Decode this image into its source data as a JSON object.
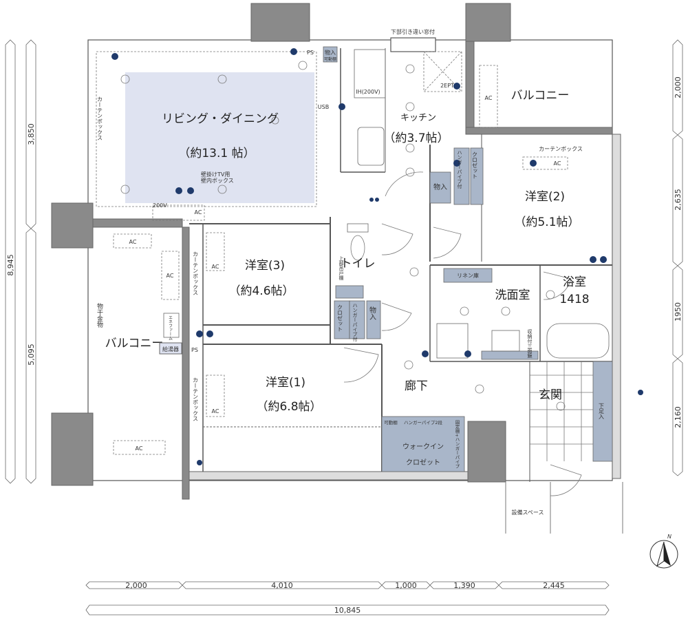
{
  "colors": {
    "living_fill": "#dfe3f1",
    "storage_fill": "#a9b6c9",
    "pillar": "#8a8a8a",
    "wall": "#555555"
  },
  "rooms": {
    "living": {
      "name": "リビング・ダイニング",
      "size": "（約13.1 帖）"
    },
    "kitchen": {
      "name": "キッチン",
      "size": "（約3.7帖）"
    },
    "balcony_top": {
      "name": "バルコニー"
    },
    "bedroom2": {
      "name": "洋室(2)",
      "size": "（約5.1帖）"
    },
    "bedroom3": {
      "name": "洋室(3)",
      "size": "（約4.6帖）"
    },
    "toilet": {
      "name": "トイレ"
    },
    "washroom": {
      "name": "洗面室"
    },
    "bathroom": {
      "name": "浴室",
      "size": "1418"
    },
    "bedroom1": {
      "name": "洋室(1)",
      "size": "（約6.8帖）"
    },
    "hallway": {
      "name": "廊下"
    },
    "entrance": {
      "name": "玄関"
    },
    "balcony_left": {
      "name": "バルコニー"
    },
    "wic": {
      "line1": "ウォークイン",
      "line2": "クロゼット"
    }
  },
  "labels": {
    "window": "下部引き違い窓付",
    "ps_top": "PS",
    "storage_top": "物入",
    "movable_shelf": "可動棚",
    "ih": "IH(200V)",
    "usb": "USB",
    "ept": "2EPT",
    "curtain_box": "カーテンボックス",
    "tv_box1": "壁掛けTV用",
    "tv_box2": "壁内ボックス",
    "v200": "200V",
    "ac": "AC",
    "storage": "物入",
    "hanger_pipe": "ハンガーパイプ付",
    "closet": "クロゼット",
    "upper_cabinet": "上部吊戸棚",
    "linen": "リネン庫",
    "mirror": "収納付三面鏡",
    "drying": "物干金物",
    "enefarm": "エネファーム",
    "water_heater": "給湯器",
    "ps_left": "PS",
    "hanger_2": "ハンガーパイプ2段",
    "fixed_shelf": "固定棚+ハンガーパイプ",
    "shoe": "下足入",
    "equipment": "設備スペース",
    "north": "N"
  },
  "dimensions": {
    "left_outer": "8,945",
    "left_upper": "3,850",
    "left_lower": "5,095",
    "right": [
      "2,000",
      "2,635",
      "1950",
      "2,160"
    ],
    "bottom": [
      "2,000",
      "4,010",
      "1,000",
      "1,390",
      "2,445"
    ],
    "bottom_total": "10,845"
  }
}
